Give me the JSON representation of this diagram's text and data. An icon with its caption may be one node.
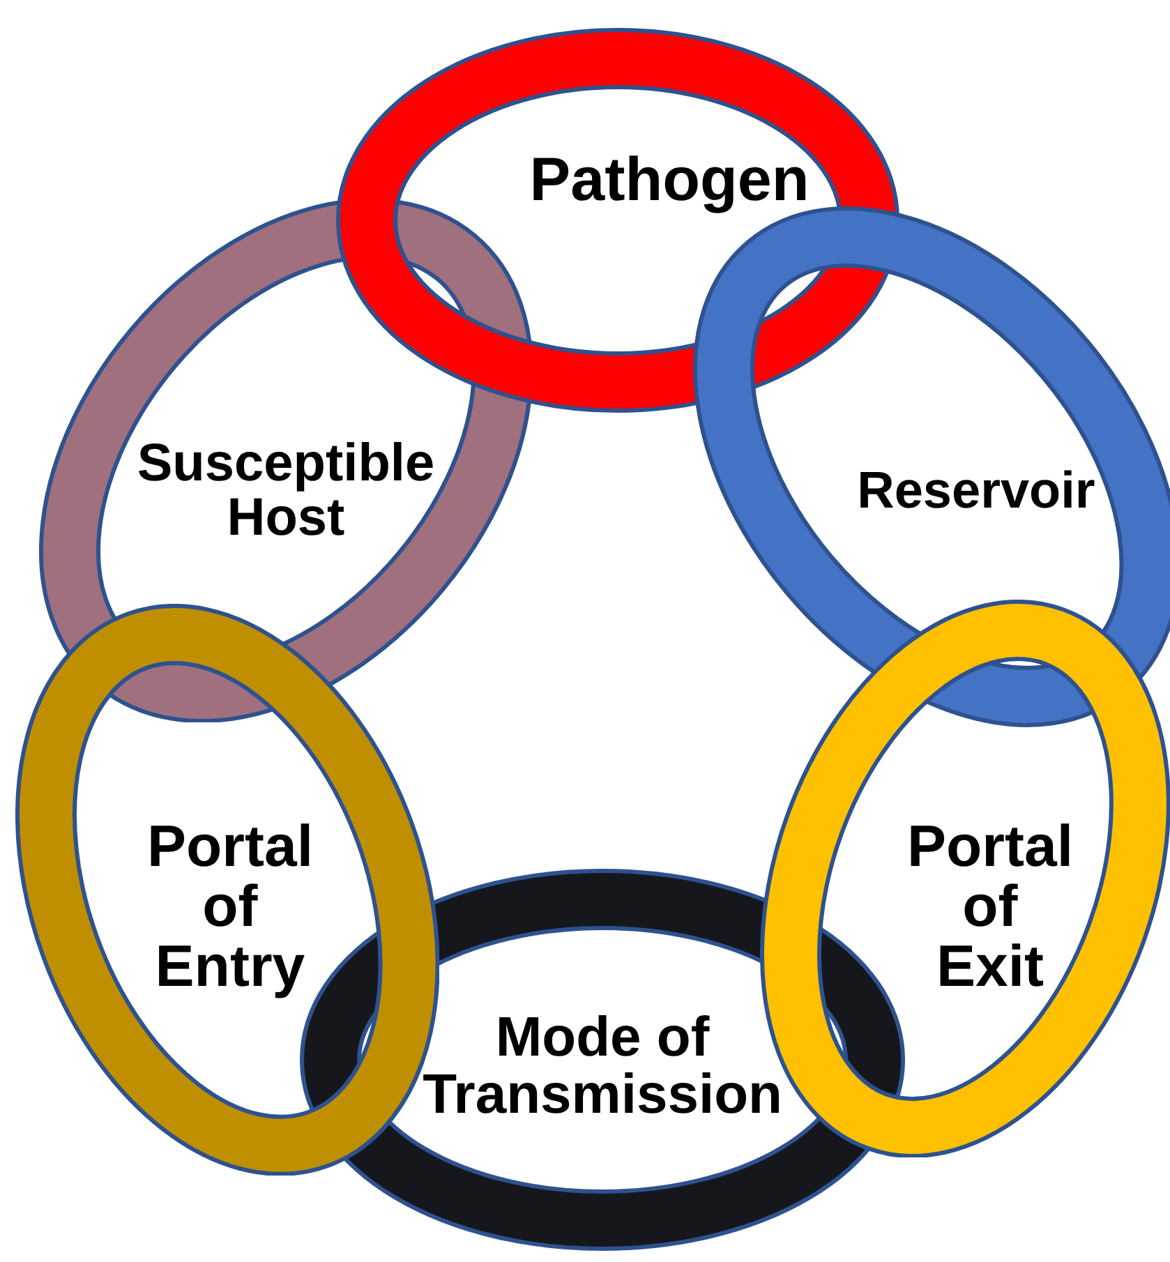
{
  "diagram": {
    "nodes": [
      {
        "text": [
          "Pathogen"
        ]
      },
      {
        "text": [
          "Susceptible Host"
        ]
      },
      {
        "text": [
          "Reservoir"
        ]
      },
      {
        "text": [
          "Portal of Entry"
        ]
      },
      {
        "text": [
          "Portal of Exit"
        ]
      },
      {
        "text": [
          "Mode of Transmission"
        ]
      }
    ]
  }
}
